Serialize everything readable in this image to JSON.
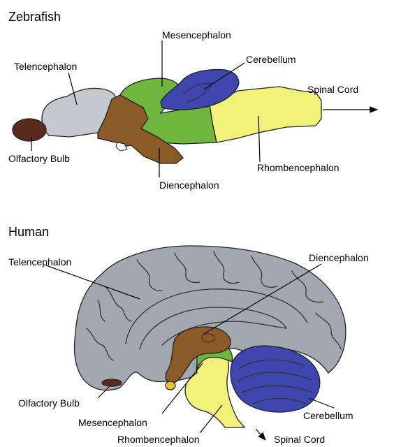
{
  "zebrafish": {
    "heading": "Zebrafish",
    "labels": {
      "telencephalon": "Telencephalon",
      "mesencephalon": "Mesencephalon",
      "cerebellum": "Cerebellum",
      "spinal_cord": "Spinal Cord",
      "olfactory_bulb": "Olfactory Bulb",
      "diencephalon": "Diencephalon",
      "rhombencephalon": "Rhombencephalon"
    }
  },
  "human": {
    "heading": "Human",
    "labels": {
      "telencephalon": "Telencephalon",
      "diencephalon": "Diencephalon",
      "olfactory_bulb": "Olfactory Bulb",
      "cerebellum": "Cerebellum",
      "mesencephalon": "Mesencephalon",
      "rhombencephalon": "Rhombencephalon",
      "spinal_cord": "Spinal Cord"
    }
  },
  "colors": {
    "telencephalon": "#c5c9cf",
    "olfactory_bulb": "#5a2a1c",
    "diencephalon": "#8a5a28",
    "mesencephalon": "#6fb63e",
    "cerebellum": "#3f46b0",
    "rhombencephalon": "#f2f27a",
    "human_cortex": "#a3a8b0",
    "pituitary": "#e8c23a"
  }
}
